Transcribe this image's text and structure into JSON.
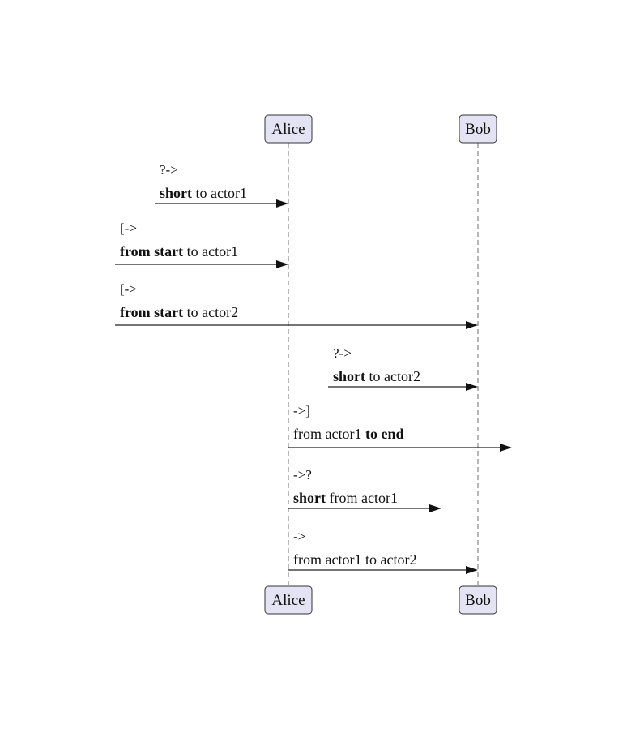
{
  "actors": {
    "alice": "Alice",
    "bob": "Bob"
  },
  "messages": [
    {
      "syntax": "?->",
      "bold": "short",
      "rest": " to actor1"
    },
    {
      "syntax": "[->",
      "bold": "from start",
      "rest": " to actor1"
    },
    {
      "syntax": "[->",
      "bold": "from start",
      "rest": " to actor2"
    },
    {
      "syntax": "?->",
      "bold": "short",
      "rest": " to actor2"
    },
    {
      "syntax": "->]",
      "pre": "from actor1 ",
      "bold": "to end"
    },
    {
      "syntax": "->?",
      "bold": "short",
      "rest": " from actor1"
    },
    {
      "syntax": "->",
      "pre": "from actor1 to actor2"
    }
  ],
  "colors": {
    "actor_fill": "#e4e3f3",
    "actor_stroke": "#333333",
    "lifeline": "#888888",
    "arrow": "#111111"
  }
}
